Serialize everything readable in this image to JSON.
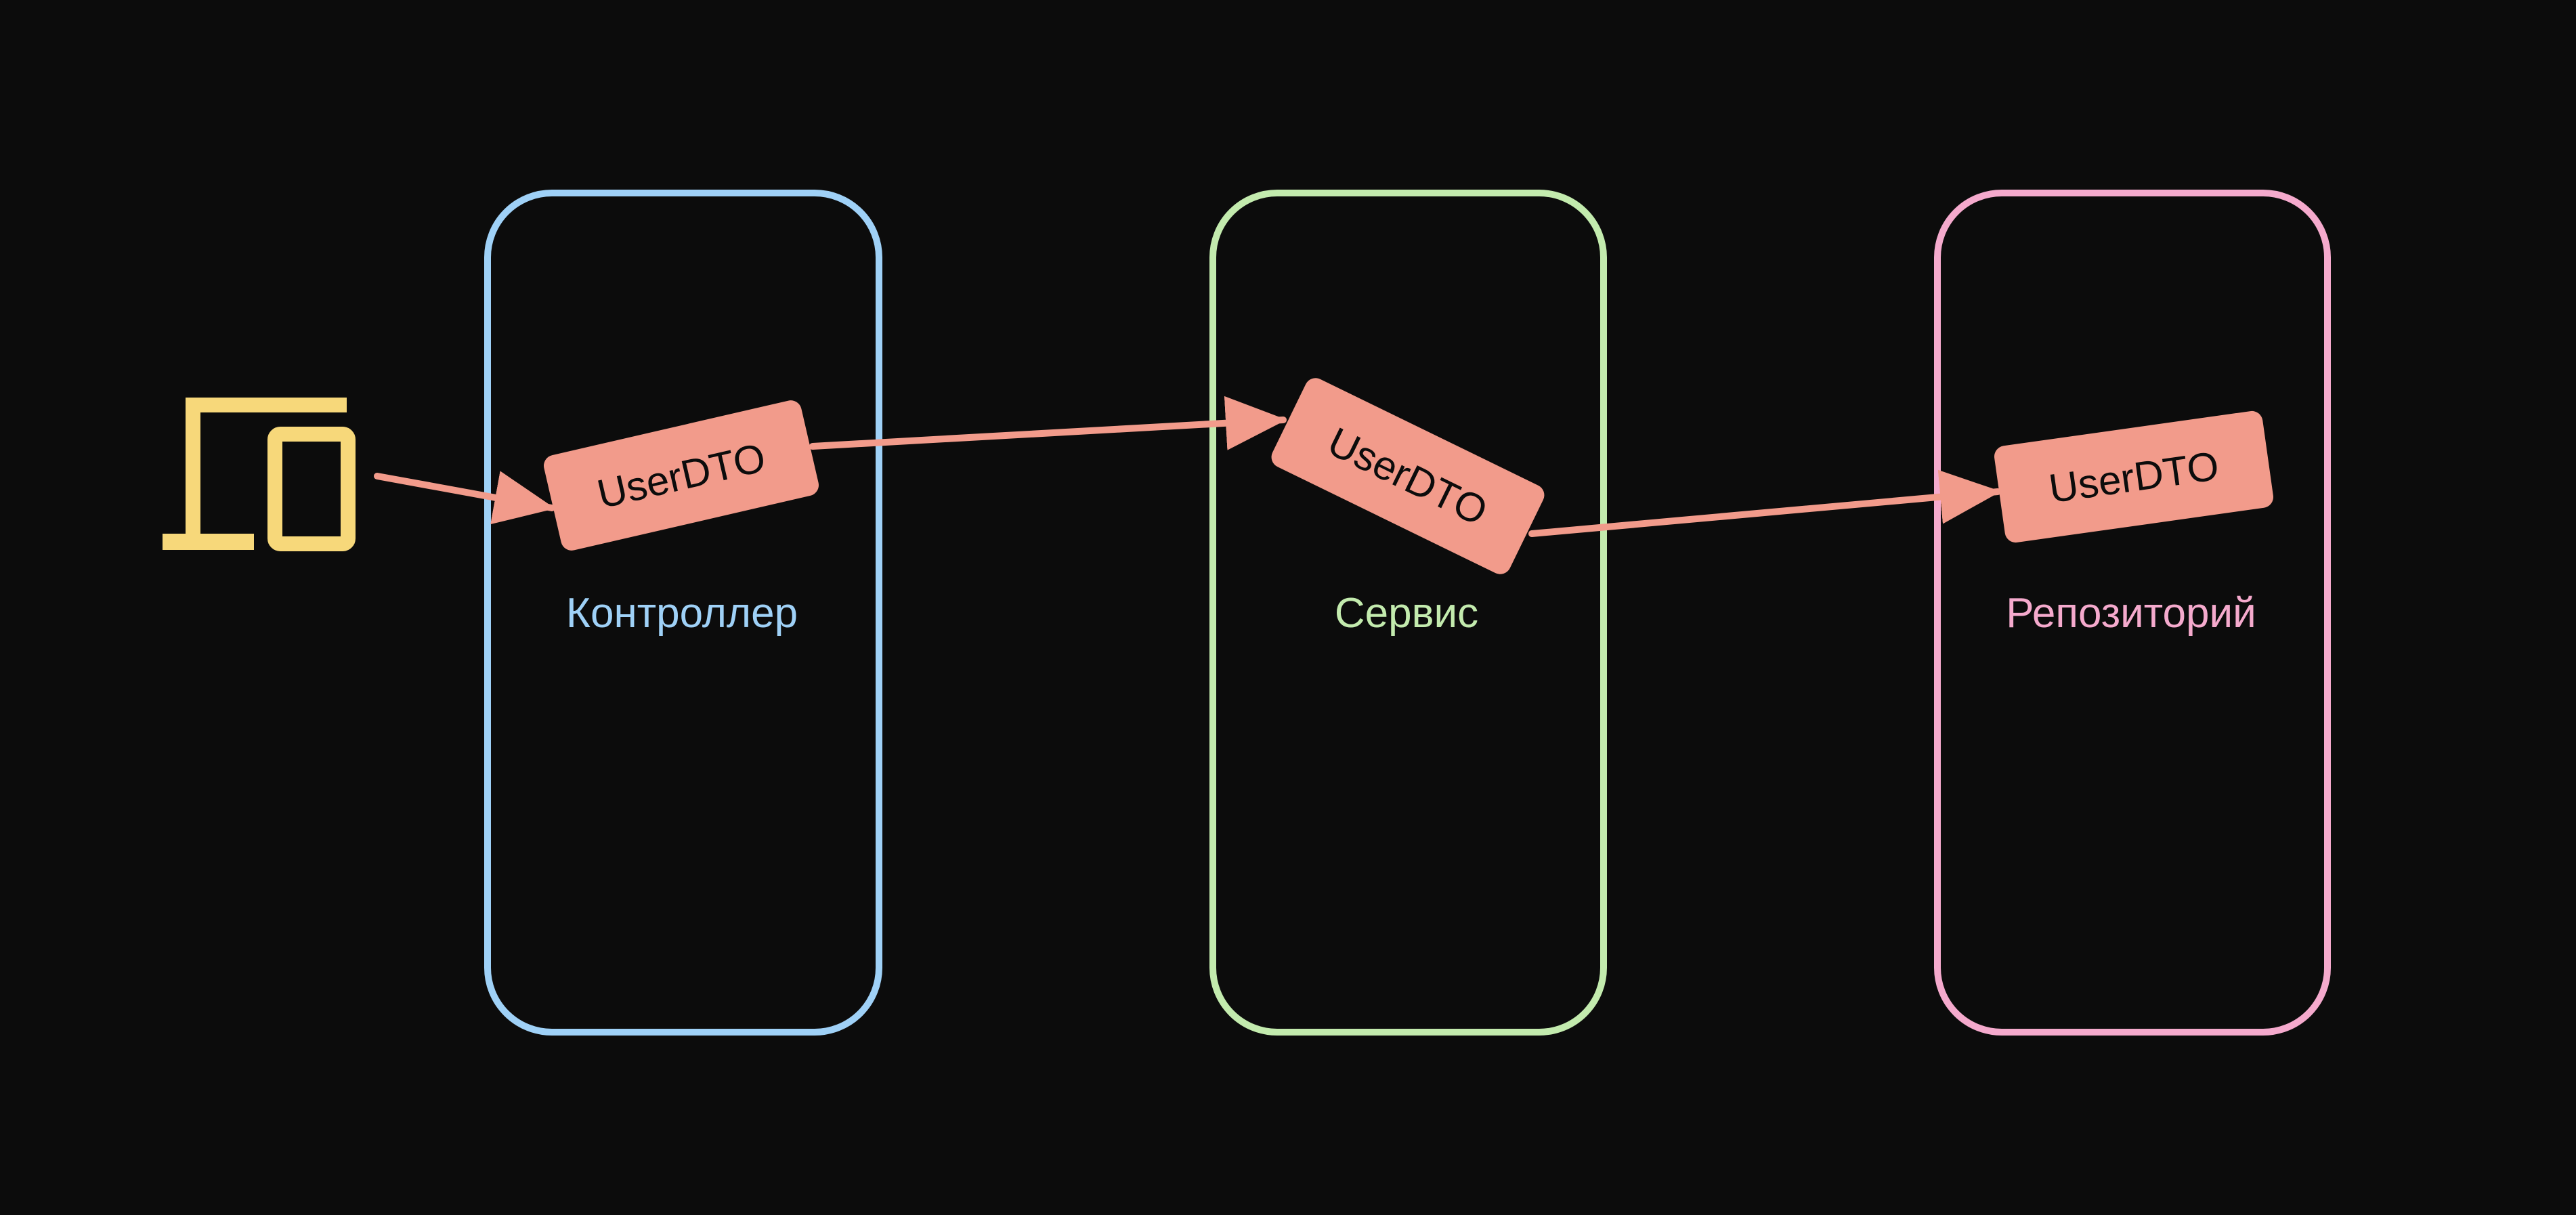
{
  "colors": {
    "background": "#0c0c0c",
    "client_icon": "#f7d87a",
    "controller": "#9fd1f7",
    "service": "#c3ebae",
    "repository": "#f5aacd",
    "dto": "#f29b8b",
    "arrow": "#f29b8b"
  },
  "client": {
    "icon": "laptop-and-phone-icon"
  },
  "layers": [
    {
      "id": "controller",
      "label": "Контроллер"
    },
    {
      "id": "service",
      "label": "Сервис"
    },
    {
      "id": "repository",
      "label": "Репозиторий"
    }
  ],
  "dtos": [
    {
      "label": "UserDTO"
    },
    {
      "label": "UserDTO"
    },
    {
      "label": "UserDTO"
    }
  ]
}
